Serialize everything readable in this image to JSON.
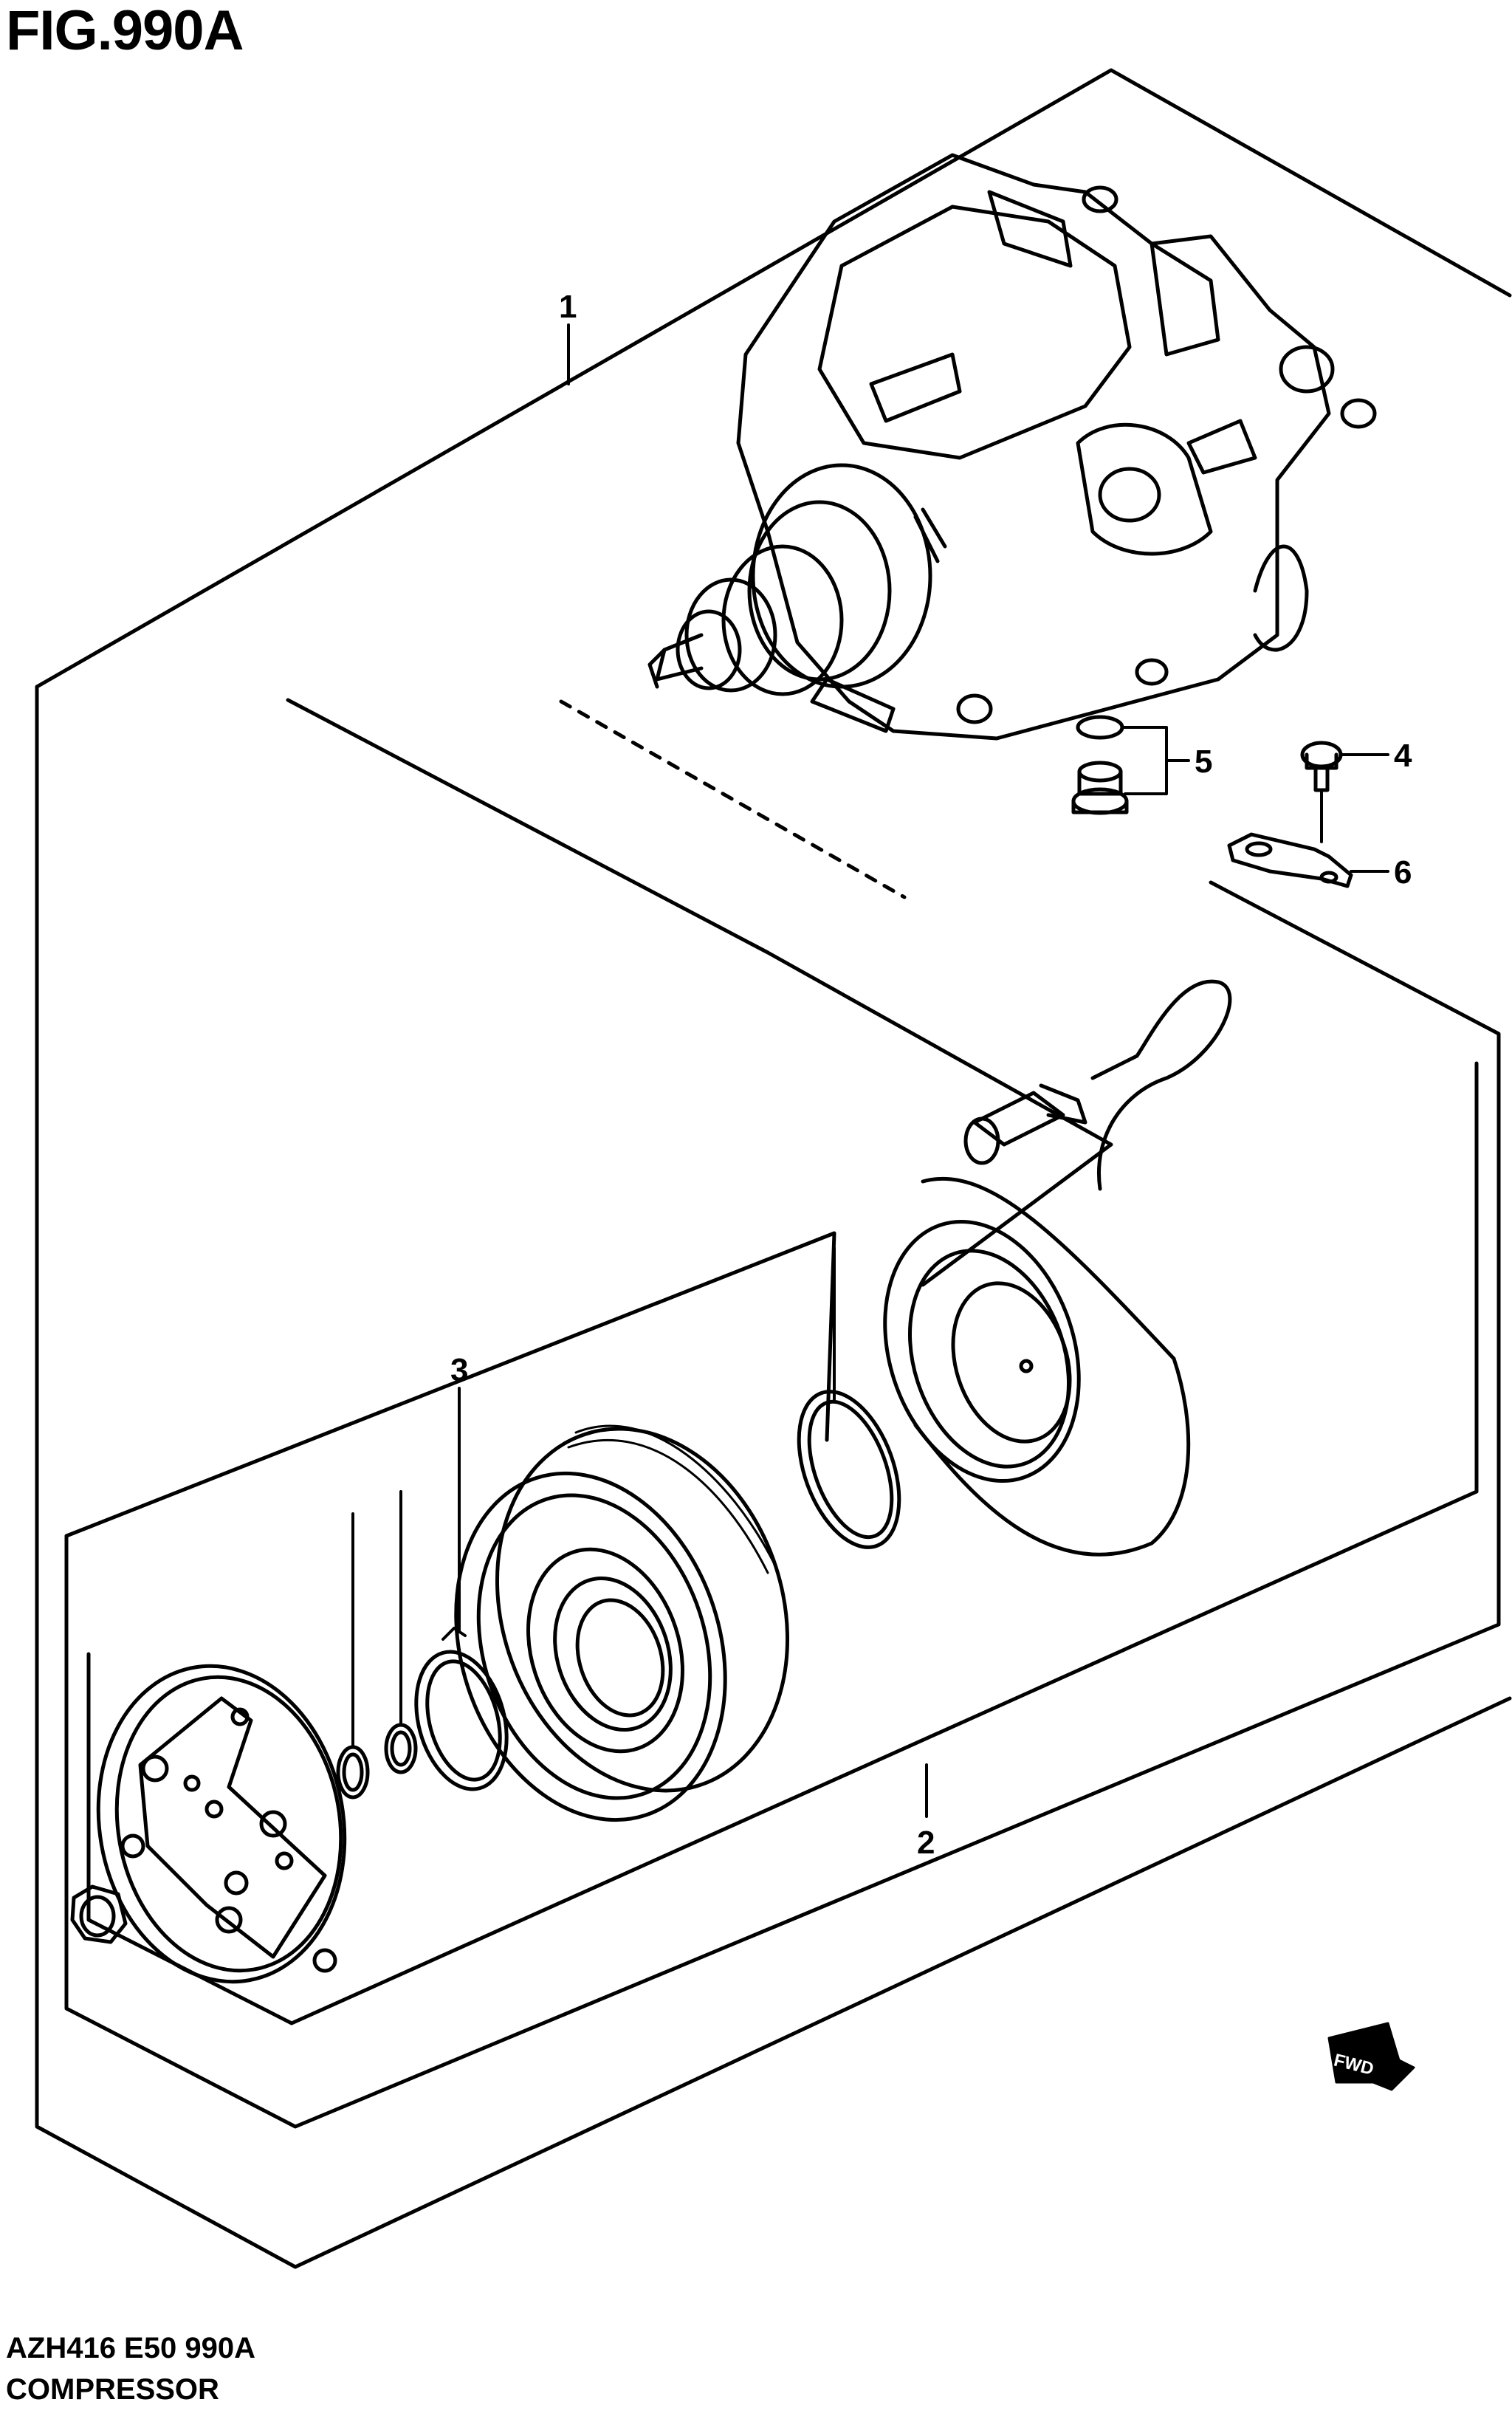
{
  "figure": {
    "title": "FIG.990A",
    "code": "AZH416 E50 990A",
    "name": "COMPRESSOR"
  },
  "callouts": [
    {
      "id": "1",
      "label": "1"
    },
    {
      "id": "2",
      "label": "2"
    },
    {
      "id": "3",
      "label": "3"
    },
    {
      "id": "4",
      "label": "4"
    },
    {
      "id": "5",
      "label": "5"
    },
    {
      "id": "6",
      "label": "6"
    }
  ],
  "badge": {
    "label": "FWD"
  },
  "colors": {
    "ink": "#000000",
    "paper": "#ffffff"
  }
}
